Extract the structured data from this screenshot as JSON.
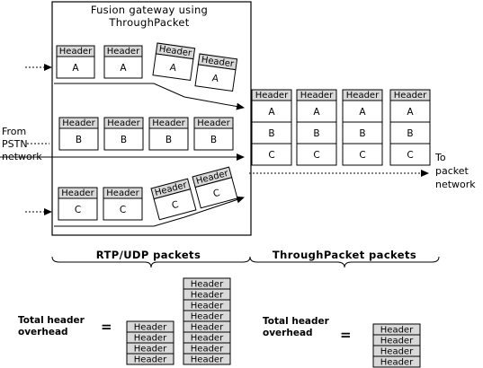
{
  "gateway": {
    "title_line1": "Fusion gateway using",
    "title_line2": "ThroughPacket"
  },
  "input_label": [
    "From",
    "PSTN",
    "network"
  ],
  "output_label": [
    "To",
    "packet",
    "network"
  ],
  "header_text": "Header",
  "rows": [
    {
      "label": "A"
    },
    {
      "label": "B"
    },
    {
      "label": "C"
    }
  ],
  "through_packet_columns": [
    {
      "cells": [
        "A",
        "B",
        "C"
      ]
    },
    {
      "cells": [
        "A",
        "B",
        "C"
      ]
    },
    {
      "cells": [
        "A",
        "B",
        "C"
      ]
    },
    {
      "cells": [
        "A",
        "B",
        "C"
      ]
    }
  ],
  "sections": {
    "rtp_udp": "RTP/UDP packets",
    "through_packet": "ThroughPacket packets"
  },
  "overhead": {
    "label_line1": "Total header",
    "label_line2": "overhead",
    "equals": "=",
    "rtp_stack_short": 4,
    "rtp_stack_tall": 8,
    "through_stack": 4
  },
  "colors": {
    "header_fill": "#d9d9d9",
    "line": "#000000"
  }
}
